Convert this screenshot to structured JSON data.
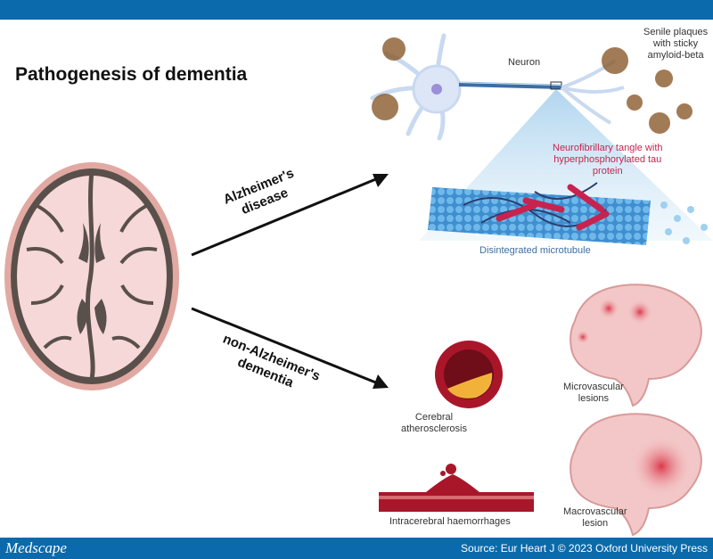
{
  "title": "Pathogenesis of dementia",
  "arrows": {
    "alzheimers": [
      "Alzheimer's",
      "disease"
    ],
    "non_alzheimers": [
      "non-Alzheimer's",
      "dementia"
    ]
  },
  "labels": {
    "neuron": "Neuron",
    "senile_plaques": [
      "Senile plaques",
      "with sticky",
      "amyloid-beta"
    ],
    "tangle": [
      "Neurofibrillary tangle with",
      "hyperphosphorylated tau",
      "protein"
    ],
    "microtubule": "Disintegrated microtubule",
    "atherosclerosis": [
      "Cerebral",
      "atherosclerosis"
    ],
    "haemorrhage": "Intracerebral haemorrhages",
    "microvascular": [
      "Microvascular",
      "lesions"
    ],
    "macrovascular": [
      "Macrovascular",
      "lesion"
    ]
  },
  "footer": {
    "brand": "Medscape",
    "source": "Source: Eur Heart J © 2023 Oxford University Press"
  },
  "colors": {
    "bar": "#0a6aab",
    "brain_outer": "#e2a9a3",
    "brain_tissue": "#f6d8d8",
    "brain_dark": "#5a504b",
    "tangle": "#c8234f",
    "microtubule": "#4aa3d8",
    "plaque": "#8a5a2c"
  }
}
